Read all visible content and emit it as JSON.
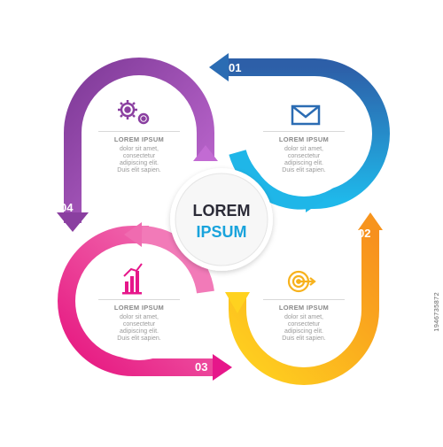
{
  "center": {
    "title": "LOREM",
    "subtitle": "IPSUM"
  },
  "steps": [
    {
      "number": "01",
      "title": "LOREM IPSUM",
      "lines": [
        "dolor sit amet,",
        "consectetur",
        "adipiscing elit.",
        "Duis elit sapien."
      ],
      "icon": "envelope-icon",
      "color": "#2b6cb3",
      "color_light": "#1fb6e8"
    },
    {
      "number": "02",
      "title": "LOREM IPSUM",
      "lines": [
        "dolor sit amet,",
        "consectetur",
        "adipiscing elit.",
        "Duis elit sapien."
      ],
      "icon": "target-icon",
      "color": "#f7941d",
      "color_light": "#ffd21f"
    },
    {
      "number": "03",
      "title": "LOREM IPSUM",
      "lines": [
        "dolor sit amet,",
        "consectetur",
        "adipiscing elit.",
        "Duis elit sapien."
      ],
      "icon": "bar-chart-icon",
      "color": "#e6178a",
      "color_light": "#f06bb0"
    },
    {
      "number": "04",
      "title": "LOREM IPSUM",
      "lines": [
        "dolor sit amet,",
        "consectetur",
        "adipiscing elit.",
        "Duis elit sapien."
      ],
      "icon": "gears-icon",
      "color": "#8a3fa0",
      "color_light": "#c77bd6"
    }
  ],
  "watermark": "1946735872"
}
